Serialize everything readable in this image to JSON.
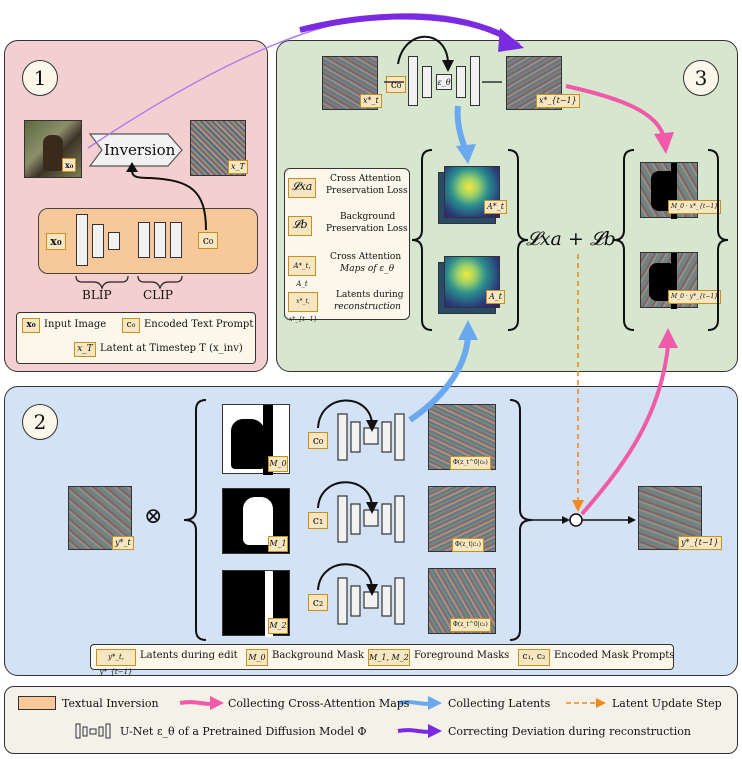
{
  "panel1": {
    "number": "1",
    "inversion_label": "Inversion",
    "x0_tag": "x₀",
    "xT_tag": "x_T",
    "c0_tag": "c₀",
    "blip_label": "BLIP",
    "clip_label": "CLIP",
    "legend": {
      "x0_key": "x₀",
      "x0_text": "Input Image",
      "c0_key": "c₀",
      "c0_text": "Encoded Text Prompt",
      "xT_key": "x_T",
      "xT_text": "Latent at Timestep T (x_inv)"
    }
  },
  "panel3": {
    "number": "3",
    "c0_tag": "c₀",
    "eps_label": "ε_θ",
    "xt_tag": "x*_t",
    "xt1_tag": "x*_{t−1}",
    "at_tag": "A*_t",
    "at2_tag": "A_t",
    "mask1_tag": "M_0 · x*_{t−1}",
    "mask2_tag": "M_0 · y*_{t−1}",
    "loss_formula": "𝓛xa + 𝓛b",
    "legend": [
      {
        "key": "𝓛xa",
        "line1": "Cross Attention",
        "line2": "Preservation Loss"
      },
      {
        "key": "𝓛b",
        "line1": "Background",
        "line2": "Preservation Loss"
      },
      {
        "key": "A*_t, A_t",
        "line1": "Cross Attention",
        "line2": "Maps of ε_θ"
      },
      {
        "key": "x*_t, x*_{t−1}",
        "line1": "Latents during",
        "line2": "reconstruction"
      }
    ]
  },
  "panel2": {
    "number": "2",
    "input_tag": "y*_t",
    "output_tag": "y*_{t−1}",
    "otimes": "⊗",
    "rows": [
      {
        "mask_tag": "M_0",
        "prompt_tag": "c₀",
        "out_tag": "Φ(z_t^0|c₀)"
      },
      {
        "mask_tag": "M_1",
        "prompt_tag": "c₁",
        "out_tag": "Φ(z_t|c₁)"
      },
      {
        "mask_tag": "M_2",
        "prompt_tag": "c₂",
        "out_tag": "Φ(z_t^0|c₂)"
      }
    ],
    "legend": {
      "k1": "y*_t, y*_{t−1}",
      "t1": "Latents during edit",
      "k2": "M_0",
      "t2": "Background Mask",
      "k3": "M_1, M_2",
      "t3": "Foreground Masks",
      "k4": "c₁, c₂",
      "t4": "Encoded Mask Prompts"
    }
  },
  "legend": {
    "textual_inversion": "Textual Inversion",
    "collect_attn": "Collecting Cross-Attention Maps",
    "collect_latents": "Collecting Latents",
    "latent_update": "Latent Update Step",
    "unet": "U-Net ε_θ of a Pretrained Diffusion Model Φ",
    "correcting": "Correcting Deviation during reconstruction"
  },
  "colors": {
    "panel1_bg": "#f4cfcf",
    "panel2_bg": "#d4e2f5",
    "panel3_bg": "#d6e6cf",
    "pink_arrow": "#f05aa8",
    "blue_arrow": "#6aa8ef",
    "orange_arrow": "#f08a1e",
    "purple_arrow": "#8a3cf0",
    "ti_box": "#f7c89a"
  }
}
